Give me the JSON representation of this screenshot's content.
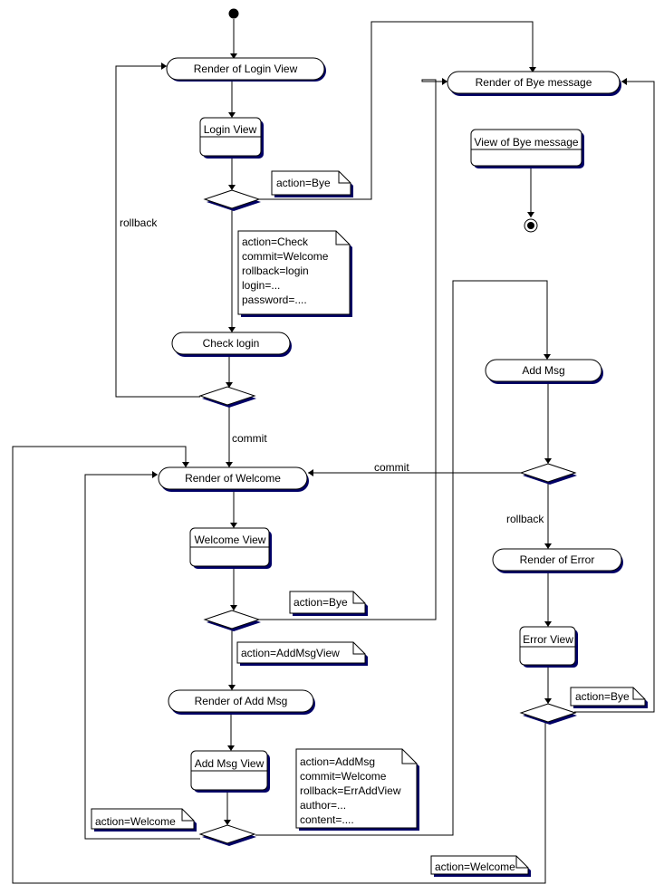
{
  "colors": {
    "shadow": "#000066",
    "line": "#000000",
    "fill": "#ffffff"
  },
  "states": {
    "render_login": "Render of Login View",
    "login_view": "Login View",
    "check_login": "Check login",
    "render_welcome": "Render of Welcome",
    "welcome_view": "Welcome View",
    "render_add_msg": "Render of Add Msg",
    "add_msg_view": "Add Msg View",
    "render_bye": "Render of Bye message",
    "view_bye": "View of Bye message",
    "add_msg": "Add Msg",
    "render_error": "Render of Error",
    "error_view": "Error View"
  },
  "notes": {
    "bye_login": [
      "action=Bye"
    ],
    "check": [
      "action=Check",
      "commit=Welcome",
      "rollback=login",
      "login=...",
      "password=...."
    ],
    "bye_welcome": [
      "action=Bye"
    ],
    "add_msg_view_note": [
      "action=AddMsgView"
    ],
    "add_msg_note": [
      "action=AddMsg",
      "commit=Welcome",
      "rollback=ErrAddView",
      "author=...",
      "content=...."
    ],
    "welcome_left": [
      "action=Welcome"
    ],
    "bye_error": [
      "action=Bye"
    ],
    "welcome_bottom": [
      "action=Welcome"
    ]
  },
  "labels": {
    "rollback_left": "rollback",
    "commit_check": "commit",
    "commit_addmsg": "commit",
    "rollback_addmsg": "rollback"
  }
}
